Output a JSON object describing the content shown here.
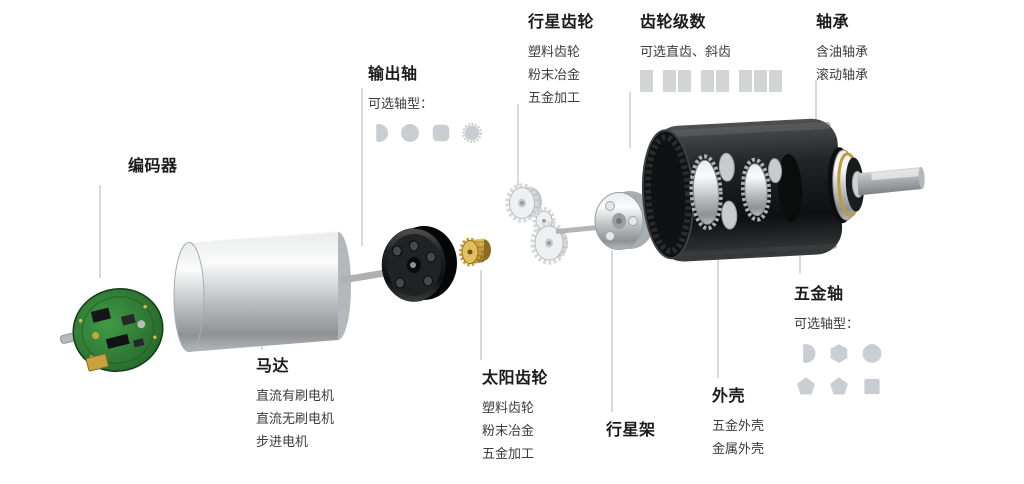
{
  "diagram": {
    "encoder": {
      "title": "编码器"
    },
    "motor": {
      "title": "马达",
      "items": [
        "直流有刷电机",
        "直流无刷电机",
        "步进电机"
      ]
    },
    "output_shaft": {
      "title": "输出轴",
      "subtitle": "可选轴型：",
      "shape_icons": [
        "d-cut-shaft-icon",
        "round-shaft-icon",
        "rounded-square-shaft-icon",
        "knurled-shaft-icon"
      ]
    },
    "planetary_gear": {
      "title": "行星齿轮",
      "items": [
        "塑料齿轮",
        "粉末冶金",
        "五金加工"
      ]
    },
    "gear_stages": {
      "title": "齿轮级数",
      "subtitle": "可选直齿、斜齿",
      "stage_groups": [
        1,
        2,
        2,
        3
      ]
    },
    "bearing": {
      "title": "轴承",
      "items": [
        "含油轴承",
        "滚动轴承"
      ]
    },
    "sun_gear": {
      "title": "太阳齿轮",
      "items": [
        "塑料齿轮",
        "粉末冶金",
        "五金加工"
      ]
    },
    "planet_carrier": {
      "title": "行星架"
    },
    "housing": {
      "title": "外壳",
      "items": [
        "五金外壳",
        "金属外壳"
      ]
    },
    "hardware_shaft": {
      "title": "五金轴",
      "subtitle": "可选轴型：",
      "shape_icons_row1": [
        "d-cut-shaft-icon",
        "hexagon-shaft-icon",
        "round-shaft-icon"
      ],
      "shape_icons_row2": [
        "pentagon-shaft-icon",
        "pentagon-shaft-icon",
        "square-shaft-icon"
      ]
    }
  },
  "colors": {
    "background": "#ffffff",
    "title_text": "#1b1b1b",
    "body_text": "#3c3c3c",
    "leader_line": "#b3b3b3",
    "shape_icon_fill": "#c9ced3",
    "stage_icon_fill": "#d3d4d5",
    "pcb_green": "#2e7d32",
    "brass": "#c9a23f",
    "housing_black": "#141516",
    "metal_silver": "#c0c3c5"
  }
}
